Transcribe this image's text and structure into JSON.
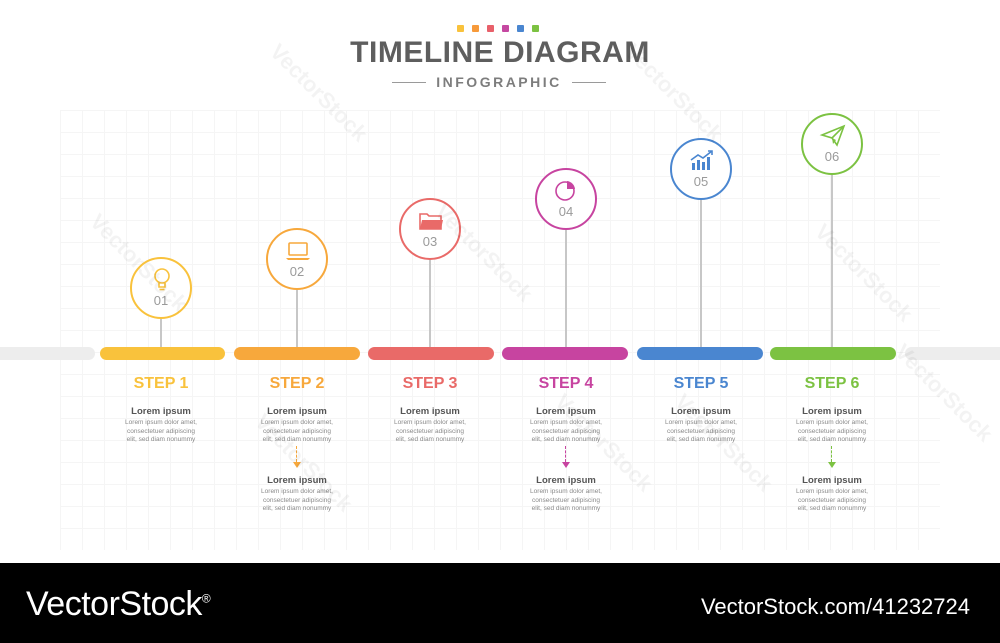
{
  "header": {
    "title": "TIMELINE DIAGRAM",
    "subtitle": "INFOGRAPHIC",
    "dot_colors": [
      "#f9c23c",
      "#f79a3a",
      "#e8606a",
      "#c548a1",
      "#4a86d0",
      "#7cc242"
    ]
  },
  "steps": [
    {
      "label": "STEP 1",
      "number": "01",
      "color": "#f9c23c",
      "icon": "lightbulb-icon",
      "block_title": "Lorem ipsum",
      "block_text": [
        "Lorem ipsum dolor amet,",
        "consectetuer adipiscing",
        "elit, sed diam nonummy"
      ]
    },
    {
      "label": "STEP 2",
      "number": "02",
      "color": "#f7a83c",
      "icon": "laptop-icon",
      "block_title": "Lorem ipsum",
      "block_text": [
        "Lorem ipsum dolor amet,",
        "consectetuer adipiscing",
        "elit, sed diam nonummy"
      ],
      "extra_title": "Lorem ipsum",
      "extra_text": [
        "Lorem ipsum dolor amet,",
        "consectetuer adipiscing",
        "elit, sed diam nonummy"
      ]
    },
    {
      "label": "STEP 3",
      "number": "03",
      "color": "#e96a68",
      "icon": "folder-icon",
      "block_title": "Lorem ipsum",
      "block_text": [
        "Lorem ipsum dolor amet,",
        "consectetuer adipiscing",
        "elit, sed diam nonummy"
      ]
    },
    {
      "label": "STEP 4",
      "number": "04",
      "color": "#c744a0",
      "icon": "pie-chart-icon",
      "block_title": "Lorem ipsum",
      "block_text": [
        "Lorem ipsum dolor amet,",
        "consectetuer adipiscing",
        "elit, sed diam nonummy"
      ],
      "extra_title": "Lorem ipsum",
      "extra_text": [
        "Lorem ipsum dolor amet,",
        "consectetuer adipiscing",
        "elit, sed diam nonummy"
      ]
    },
    {
      "label": "STEP 5",
      "number": "05",
      "color": "#4a86d0",
      "icon": "growth-chart-icon",
      "block_title": "Lorem ipsum",
      "block_text": [
        "Lorem ipsum dolor amet,",
        "consectetuer adipiscing",
        "elit, sed diam nonummy"
      ]
    },
    {
      "label": "STEP 6",
      "number": "06",
      "color": "#7cc242",
      "icon": "paper-plane-icon",
      "block_title": "Lorem ipsum",
      "block_text": [
        "Lorem ipsum dolor amet,",
        "consectetuer adipiscing",
        "elit, sed diam nonummy"
      ],
      "extra_title": "Lorem ipsum",
      "extra_text": [
        "Lorem ipsum dolor amet,",
        "consectetuer adipiscing",
        "elit, sed diam nonummy"
      ]
    }
  ],
  "watermark": "VectorStock",
  "footer": {
    "brand": "VectorStock",
    "brand_reg": "®",
    "image_id": "VectorStock.com/41232724"
  }
}
